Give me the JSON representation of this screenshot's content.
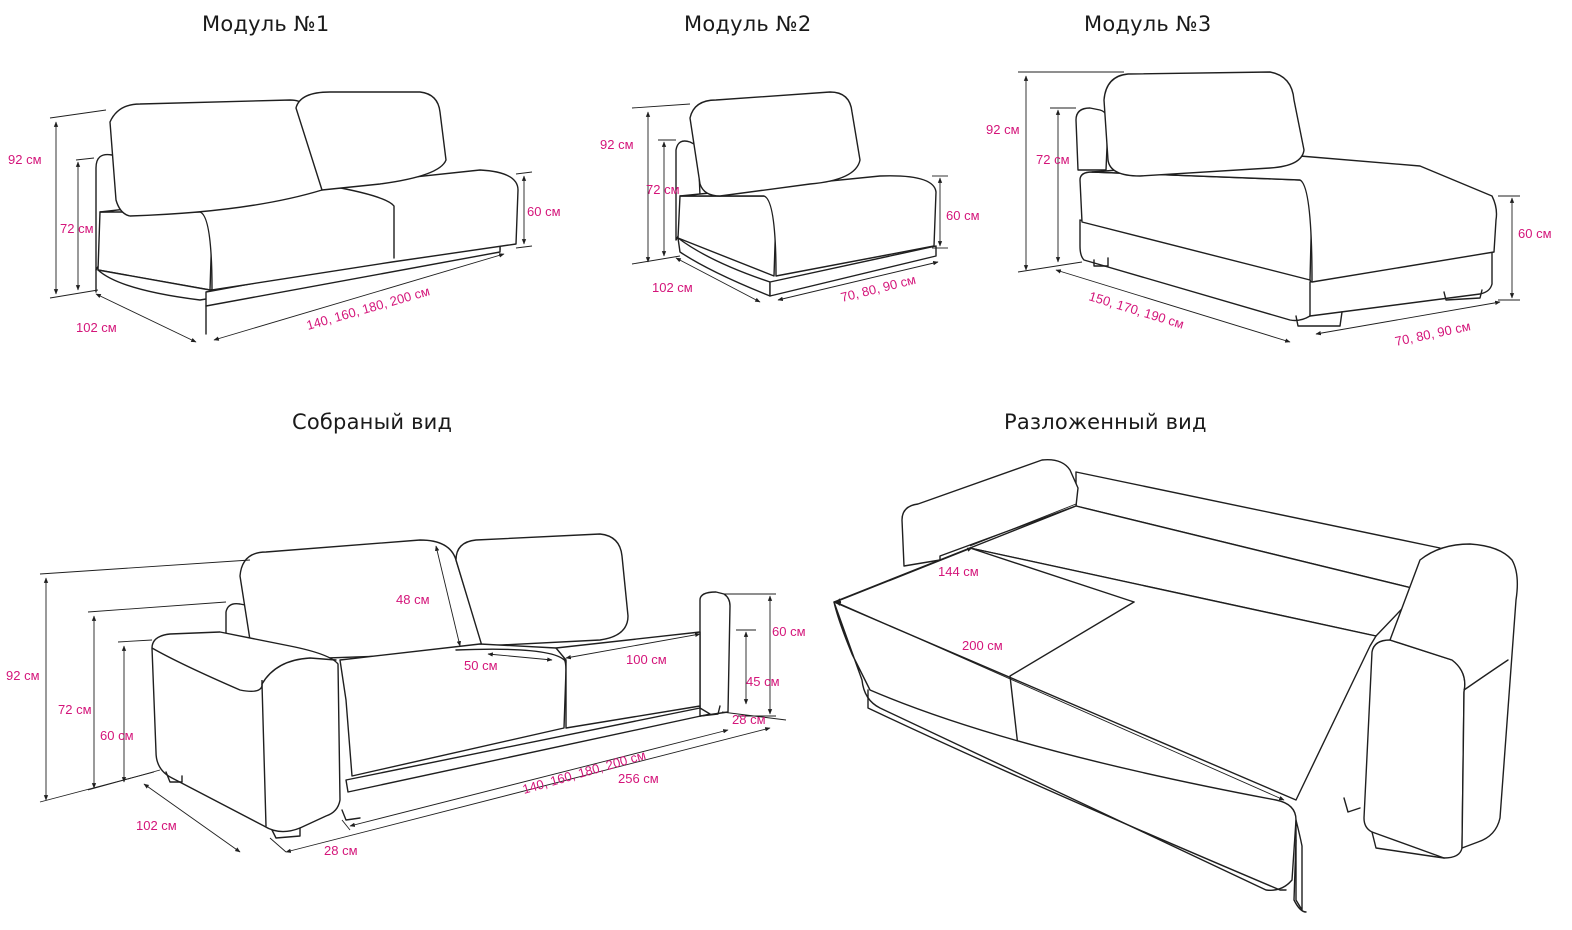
{
  "titles": {
    "module1": "Модуль №1",
    "module2": "Модуль №2",
    "module3": "Модуль №3",
    "assembled": "Собраный вид",
    "unfolded": "Разложенный вид"
  },
  "module1": {
    "height_total": "92 см",
    "height_arm": "72 см",
    "height_seat": "60 см",
    "depth": "102 см",
    "width": "140, 160, 180, 200 см"
  },
  "module2": {
    "height_total": "92 см",
    "height_arm": "72 см",
    "height_seat": "60 см",
    "depth": "102 см",
    "width": "70, 80, 90 см"
  },
  "module3": {
    "height_total": "92 см",
    "height_arm": "72 см",
    "height_seat": "60 см",
    "length": "150, 170, 190 см",
    "width": "70, 80, 90 см"
  },
  "assembled": {
    "height_total": "92 см",
    "height_back": "72 см",
    "height_arm": "60 см",
    "arm_height": "60 см",
    "seat_height": "45 см",
    "back_cushion": "48 см",
    "seat_depth": "50 см",
    "seat_width": "100 см",
    "arm_width_right": "28 см",
    "widths": "140, 160, 180, 200 см",
    "total_width": "256 см",
    "depth": "102 см",
    "arm_width_left": "28 см"
  },
  "unfolded": {
    "sleep_width": "144 см",
    "sleep_length": "200 см"
  },
  "colors": {
    "dimension_text": "#d4157a",
    "line": "#1f1f1f"
  }
}
